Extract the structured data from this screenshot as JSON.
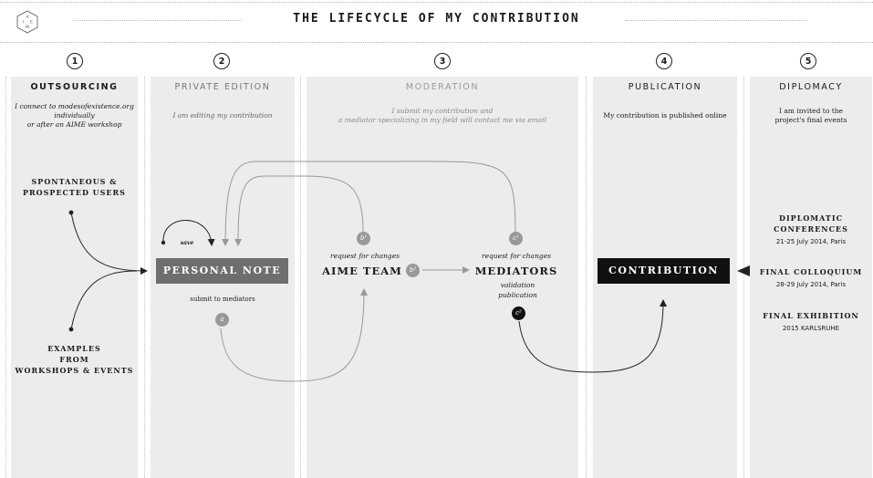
{
  "title": "THE LIFECYCLE OF MY CONTRIBUTION",
  "logo_icon": "aime-hexagon-logo-icon",
  "logo_letters": [
    "A",
    "I",
    "M",
    "E"
  ],
  "colors": {
    "box_dark": "#111111",
    "box_gray": "#6e6e6e",
    "column_bg": "#ececec",
    "arrow_gray": "#9a9a9a"
  },
  "steps": [
    {
      "num": "1",
      "heading": "OUTSOURCING",
      "subtitle": [
        "I connect to modesofexistence.org",
        "individually",
        "or after an AIME workshop"
      ]
    },
    {
      "num": "2",
      "heading": "PRIVATE EDITION",
      "subtitle": [
        "I am editing my contribution"
      ]
    },
    {
      "num": "3",
      "heading": "MODERATION",
      "subtitle": [
        "I submit my contribution and",
        "a mediator specializing in my field will contact me via email"
      ]
    },
    {
      "num": "4",
      "heading": "PUBLICATION",
      "subtitle": [
        "My contribution is published online"
      ]
    },
    {
      "num": "5",
      "heading": "DIPLOMACY",
      "subtitle": [
        "I am invited to the",
        "project's final events"
      ]
    }
  ],
  "outsourcing": {
    "spontaneous": [
      "SPONTANEOUS &",
      "PROSPECTED USERS"
    ],
    "examples": [
      "EXAMPLES",
      "FROM",
      "WORKSHOPS & EVENTS"
    ]
  },
  "private": {
    "save": "save",
    "personal_note": "PERSONAL NOTE",
    "submit": "submit to mediators",
    "bubble_a": "a"
  },
  "moderation": {
    "bubble_b1": "b¹",
    "bubble_b2": "b²",
    "bubble_c1": "c¹",
    "bubble_c2": "c²",
    "request1": "request for changes",
    "aime_team": "AIME TEAM",
    "request2": "request for changes",
    "mediators": "MEDIATORS",
    "validation": "validation",
    "publication": "publication"
  },
  "publication": {
    "contribution": "CONTRIBUTION"
  },
  "diplomacy": {
    "events": [
      {
        "name": [
          "DIPLOMATIC",
          "CONFERENCES"
        ],
        "detail": "21-25 July 2014, Paris"
      },
      {
        "name": [
          "FINAL COLLOQUIUM"
        ],
        "detail": "28-29 July 2014, Paris"
      },
      {
        "name": [
          "FINAL EXHIBITION"
        ],
        "detail": "2015 KARLSRUHE"
      }
    ]
  }
}
